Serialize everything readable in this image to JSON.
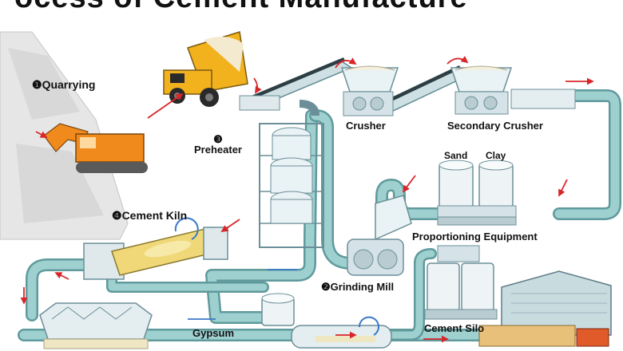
{
  "title": "ocess of Cement Manufacture",
  "stages": {
    "quarrying": {
      "num": "❶",
      "label": "Quarrying"
    },
    "crusher": {
      "label": "Crusher"
    },
    "secondary_crusher": {
      "label": "Secondary Crusher"
    },
    "preheater": {
      "num": "❸",
      "label": "Preheater"
    },
    "sand": {
      "label": "Sand"
    },
    "clay": {
      "label": "Clay"
    },
    "cement_kiln": {
      "num": "❹",
      "label": "Cement Kiln"
    },
    "proportioning": {
      "label": "Proportioning Equipment"
    },
    "grinding_mill": {
      "num": "❷",
      "label": "Grinding Mill"
    },
    "gypsum": {
      "label": "Gypsum"
    },
    "cement_silo": {
      "label": "Cement Silo"
    }
  },
  "colors": {
    "pipe": "#8fc0c0",
    "pipe_dark": "#5f9a9c",
    "equipment": "#d9e6ea",
    "equipment_dark": "#9bb3bc",
    "arrow": "#d8262a",
    "truck": "#f2b21e",
    "excavator": "#f08a1c",
    "kiln": "#f0d878",
    "warehouse_wall": "#c8dce0",
    "warehouse_roof": "#e05a2a",
    "rock": "#dcdcdc"
  }
}
